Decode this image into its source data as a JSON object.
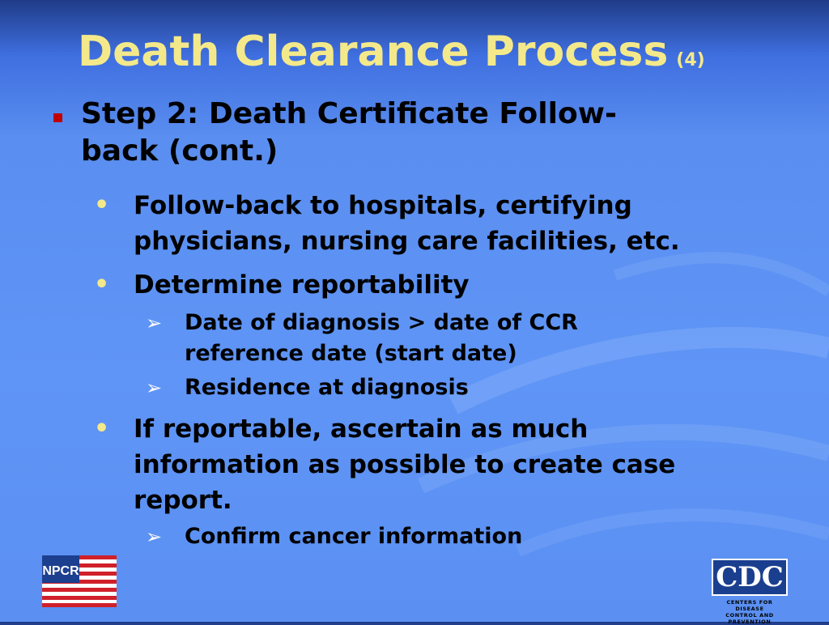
{
  "slide": {
    "title": "Death Clearance Process",
    "title_suffix": "(4)",
    "colors": {
      "title": "#f4e98a",
      "body_text": "#000000",
      "level1_bullet": "#c00000",
      "level2_bullet": "#f4e98a",
      "level3_bullet": "#ffffff",
      "background": "#5f95f6"
    },
    "items": [
      {
        "level": 1,
        "marker": "square-bullet-icon",
        "lines": [
          "Step 2: Death Certificate Follow-",
          "back (cont.)"
        ]
      },
      {
        "level": 2,
        "marker": "•",
        "lines": [
          "Follow-back to hospitals, certifying",
          "physicians, nursing care facilities, etc."
        ]
      },
      {
        "level": 2,
        "marker": "•",
        "lines": [
          "Determine reportability"
        ]
      },
      {
        "level": 3,
        "marker": "➢",
        "lines": [
          "Date of diagnosis > date of CCR",
          "reference date (start date)"
        ]
      },
      {
        "level": 3,
        "marker": "➢",
        "lines": [
          "Residence at diagnosis"
        ]
      },
      {
        "level": 2,
        "marker": "•",
        "lines": [
          "If reportable, ascertain as much",
          "information as possible to create case",
          "report."
        ]
      },
      {
        "level": 3,
        "marker": "➢",
        "lines": [
          "Confirm cancer information"
        ]
      }
    ]
  },
  "logos": {
    "npcr": {
      "icon": "npcr-flag-logo-icon",
      "text": "NPCR"
    },
    "cdc": {
      "icon": "cdc-logo-icon",
      "text": "CDC",
      "caption_line1": "CENTERS FOR DISEASE",
      "caption_line2": "CONTROL AND PREVENTION"
    }
  }
}
